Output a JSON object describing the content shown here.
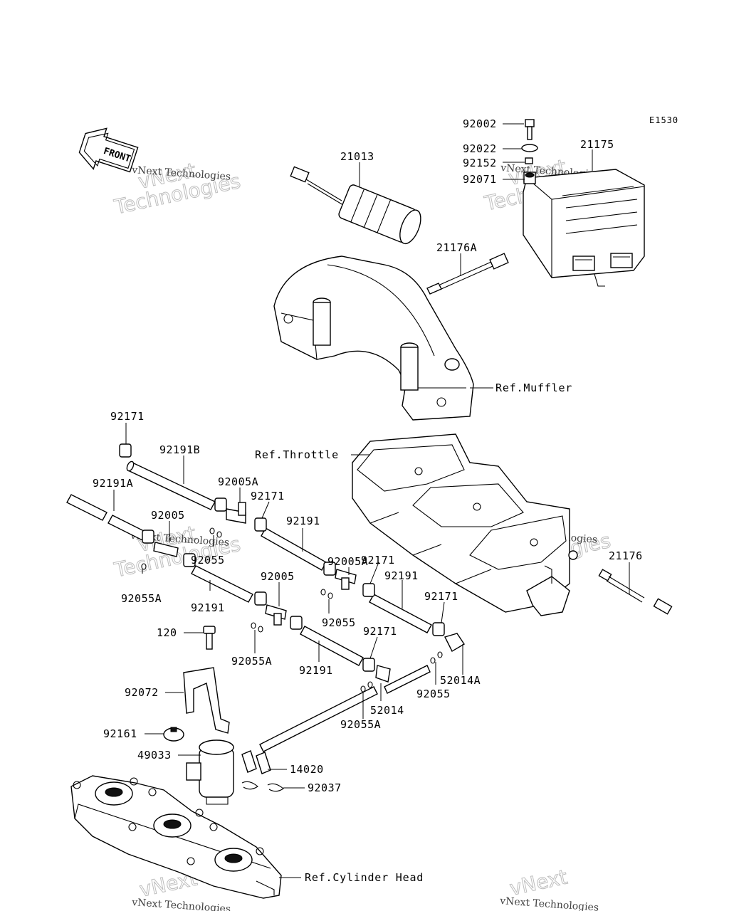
{
  "diagram_code": "E1530",
  "front_label": "FRONT",
  "watermark": {
    "line1": "vNext",
    "line2": "Technologies",
    "small": "vNext Technologies"
  },
  "parts": {
    "p92002": "92002",
    "p92022": "92022",
    "p92152": "92152",
    "p92071": "92071",
    "p21175": "21175",
    "p21013": "21013",
    "p21176A": "21176A",
    "p92171_a": "92171",
    "p92191B": "92191B",
    "p92005A_a": "92005A",
    "p92171_b": "92171",
    "p92191A": "92191A",
    "p92005_a": "92005",
    "p92055_a": "92055",
    "p92055A_a": "92055A",
    "p92191_a": "92191",
    "p92191_b": "92191",
    "p92005A_b": "92005A",
    "p92171_c": "92171",
    "p92191_c": "92191",
    "p92005_b": "92005",
    "p92055_b": "92055",
    "p92171_d": "92171",
    "p92171_e": "92171",
    "p92191_d": "92191",
    "p92055A_b": "92055A",
    "p52014A": "52014A",
    "p52014": "52014",
    "p92055_c": "92055",
    "p92055A_c": "92055A",
    "p21176": "21176",
    "p120": "120",
    "p92072": "92072",
    "p92161": "92161",
    "p49033": "49033",
    "p14020": "14020",
    "p92037": "92037"
  },
  "refs": {
    "muffler": "Ref.Muffler",
    "throttle": "Ref.Throttle",
    "cylinder_head": "Ref.Cylinder Head"
  }
}
